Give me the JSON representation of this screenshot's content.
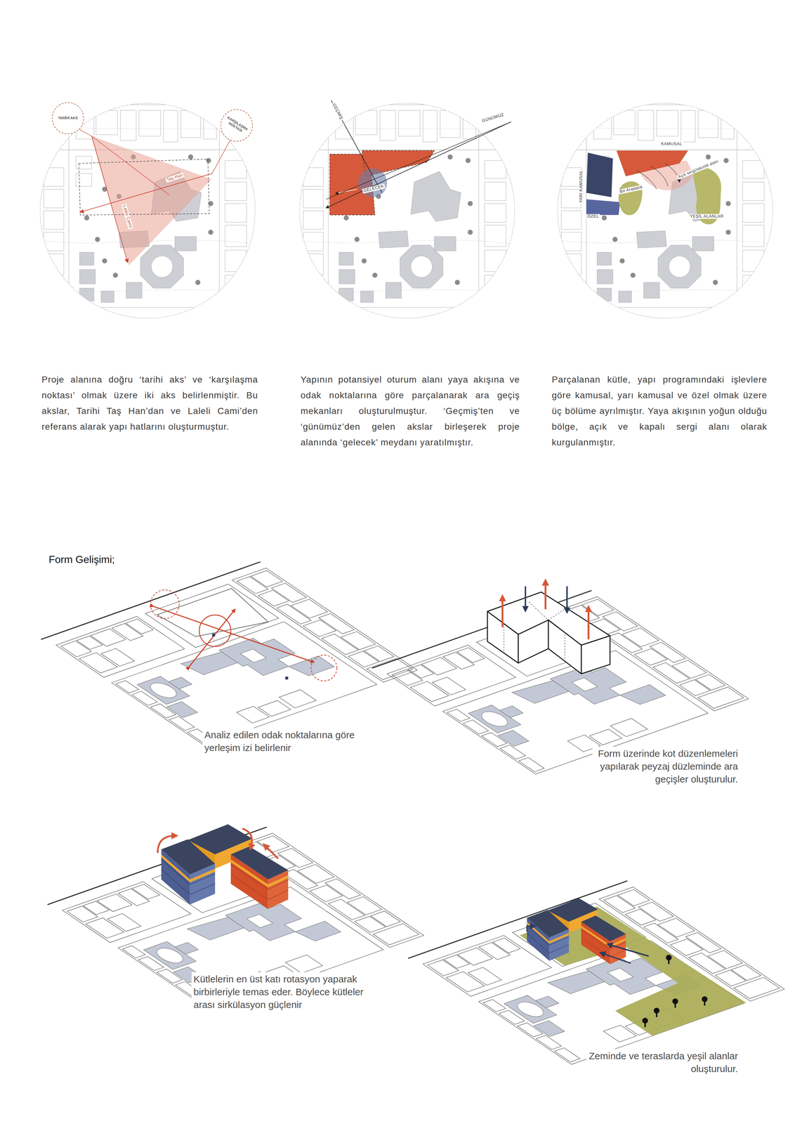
{
  "diagram": {
    "title": "Form Gelişimi;",
    "nodes": [
      {
        "text": [
          "TARİHİ AKS"
        ]
      },
      {
        "text": [
          "KARŞILAŞMA NOKTASI"
        ]
      }
    ],
    "labels": [
      "Taş Han",
      "Laleli Camii",
      "GEÇMİŞ",
      "GÜNÜMÜZ",
      "GELECEK",
      "KAMUSAL",
      "YARI KAMUSAL",
      "Açık sergi/etkinlik alanı",
      "Bir Aradalık",
      "ÖZEL",
      "YEŞİL ALANLAR",
      "Proje alanına doğru ‘tarihi aks’ ve ‘karşılaşma noktası’ olmak üzere iki aks belirlenmiştir. Bu akslar, Tarihi Taş Han’dan ve Laleli Cami’den referans alarak yapı hatlarını oluşturmuştur.",
      "Yapının potansiyel oturum alanı yaya akışına ve odak noktalarına göre parçalanarak ara geçiş mekanları oluşturulmuştur. ‘Geçmiş’ten ve ‘günümüz’den gelen akslar birleşerek proje alanında ‘gelecek’ meydanı yaratılmıştır.",
      "Parçalanan kütle, yapı programındaki işlevlere göre kamusal, yarı kamusal ve özel olmak üzere üç bölüme ayrılmıştır. Yaya akışının yoğun olduğu bölge, açık ve kapalı sergi alanı olarak kurgulanmıştır.",
      "Analiz edilen odak noktalarına göre yerleşim izi belirlenir",
      "Form üzerinde kot düzenlemeleri yapılarak peyzaj düzleminde ara geçişler oluşturulur.",
      "Kütlelerin en üst katı rotasyon yaparak birbirleriyle temas eder. Böylece kütleler arası sirkülasyon güçlenir",
      "Zeminde ve teraslarda yeşil alanlar oluşturulur."
    ]
  }
}
